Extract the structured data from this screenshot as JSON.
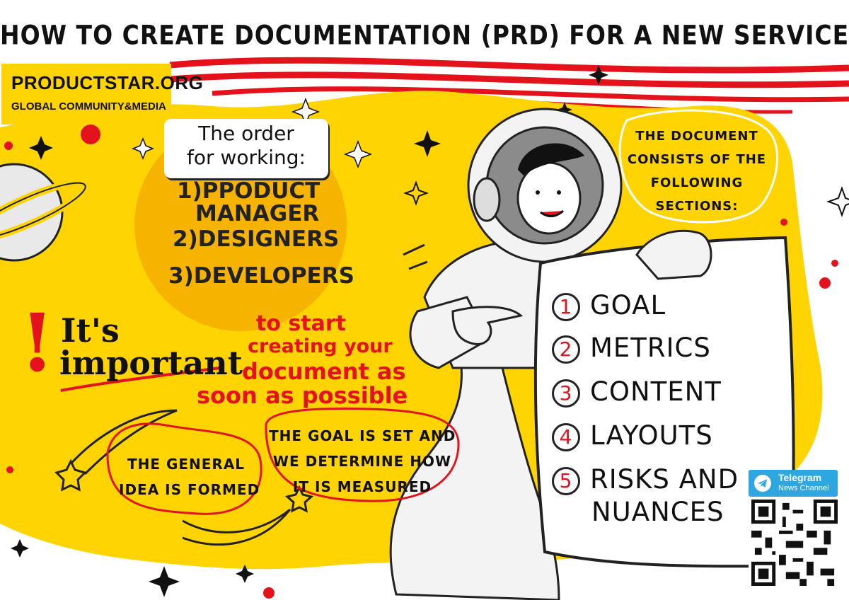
{
  "title": "HOW TO CREATE  DOCUMENTATION (PRD)  FOR A NEW SERVICE OR FEATURE",
  "brand": {
    "name": "PRODUCTSTAR.ORG",
    "tagline": "GLOBAL COMMUNITY&MEDIA"
  },
  "order": {
    "title_line1": "The order",
    "title_line2": "for working:",
    "items": [
      "1)PPODUCT",
      "MANAGER",
      "2)DESIGNERS",
      "3)DEVELOPERS"
    ]
  },
  "sections": {
    "title_lines": [
      "THE DOCUMENT",
      "CONSISTS OF THE",
      "FOLLOWING",
      "SECTIONS:"
    ],
    "items": [
      {
        "num": "1",
        "label": "GOAL"
      },
      {
        "num": "2",
        "label": "METRICS"
      },
      {
        "num": "3",
        "label": "CONTENT"
      },
      {
        "num": "4",
        "label": "LAYOUTS"
      },
      {
        "num": "5",
        "label": "RISKS AND"
      }
    ],
    "item5_line2": "NUANCES"
  },
  "important": {
    "exclamation": "!",
    "its": "It's",
    "word": "important",
    "msg_lines": [
      "to start",
      "creating your",
      "document as",
      "soon as possible"
    ]
  },
  "bubbles": {
    "general_idea": [
      "THE GENERAL",
      "IDEA IS FORMED"
    ],
    "goal_set": [
      "THE GOAL IS SET AND",
      "WE DETERMINE HOW",
      "IT IS MEASURED"
    ]
  },
  "telegram": {
    "title": "Telegram",
    "subtitle": "News Channel"
  },
  "colors": {
    "yellow": "#ffd400",
    "red": "#e4121b",
    "orange": "#f6b400",
    "telegram_blue": "#2ea6e0"
  }
}
